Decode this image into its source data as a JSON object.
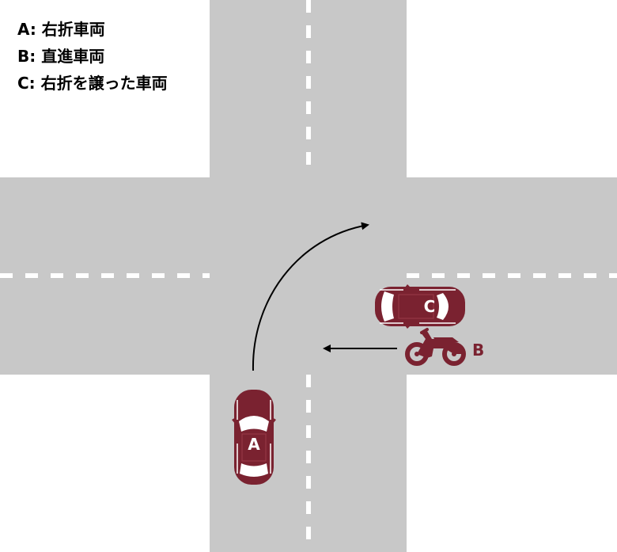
{
  "legend": {
    "items": [
      "A: 右折車両",
      "B: 直進車両",
      "C: 右折を譲った車両"
    ]
  },
  "vehicles": {
    "a": {
      "label": "A",
      "kind": "car"
    },
    "b": {
      "label": "B",
      "kind": "motorcycle"
    },
    "c": {
      "label": "C",
      "kind": "car"
    }
  },
  "colors": {
    "road": "#c8c8c8",
    "lane_marking": "#ffffff",
    "vehicle": "#7a2230",
    "arrow": "#000000",
    "background": "#ffffff"
  }
}
